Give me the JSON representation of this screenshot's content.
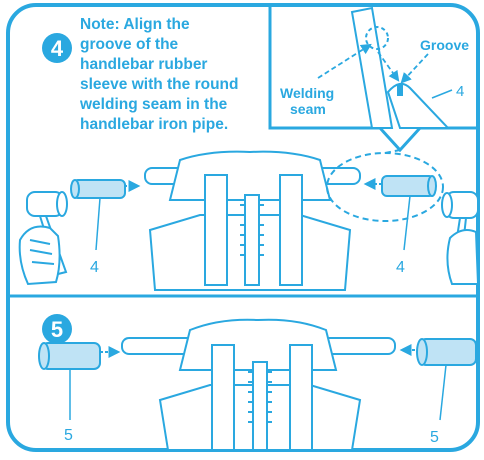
{
  "colors": {
    "line": "#2aa8e0",
    "paper": "#ffffff",
    "badge": "#2aa8e0",
    "note_text": "#2aa8e0",
    "grip_fill": "#bfe3f5"
  },
  "step4": {
    "number": "4",
    "note_lines": [
      "Note: Align the",
      "groove of the",
      "handlebar rubber",
      "sleeve with the round",
      "welding seam in the",
      "handlebar iron pipe."
    ],
    "callout_left": "4",
    "callout_right": "4"
  },
  "inset": {
    "welding_line1": "Welding",
    "welding_line2": "seam",
    "groove": "Groove",
    "part_number": "4"
  },
  "step5": {
    "number": "5",
    "callout_left": "5",
    "callout_right": "5"
  }
}
